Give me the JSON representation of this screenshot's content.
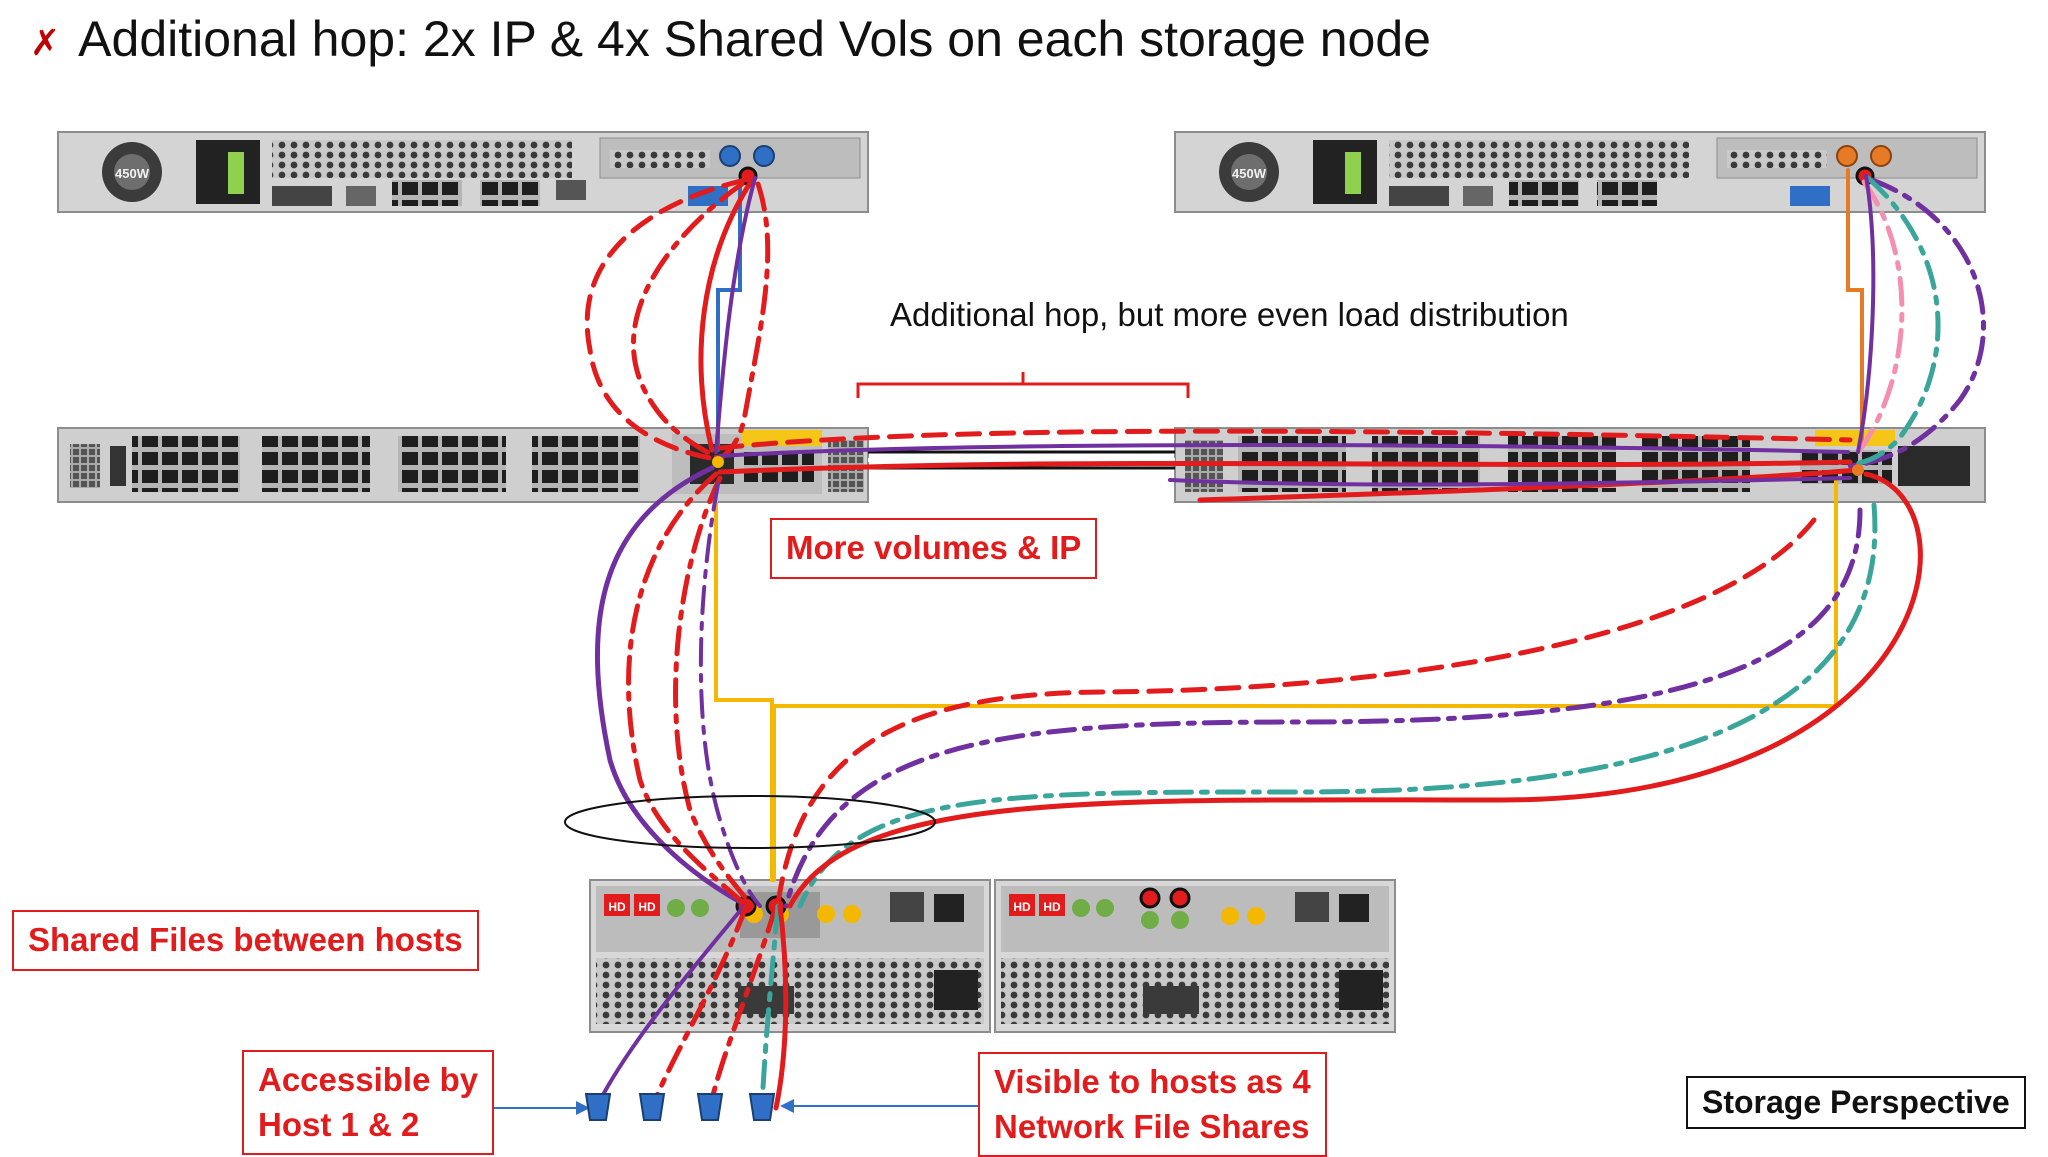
{
  "slide": {
    "title": "Additional hop: 2x IP & 4x Shared Vols on each storage node",
    "title_marker": "✗",
    "hop_note": "Additional hop, but more even load distribution",
    "labels": {
      "more_volumes": "More volumes & IP",
      "shared_files": "Shared Files between hosts",
      "accessible_line1": "Accessible by",
      "accessible_line2": "Host 1 & 2",
      "visible_line1": "Visible to hosts as 4",
      "visible_line2": "Network File Shares",
      "perspective": "Storage Perspective"
    },
    "psu_label": "450W",
    "storage_badges": [
      "HD",
      "HD",
      "HD",
      "HD"
    ],
    "colors": {
      "red": "#e21c1c",
      "purple": "#7030a0",
      "blue": "#2f6fc5",
      "orange": "#e77a25",
      "yellow": "#f5b800",
      "teal": "#3aa59b",
      "pink": "#f48fb1",
      "green": "#70ad47",
      "black": "#111111"
    }
  }
}
